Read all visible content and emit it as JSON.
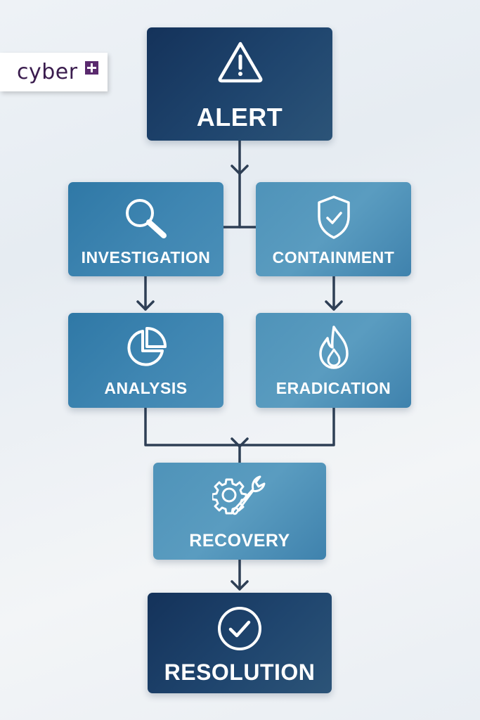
{
  "logo": {
    "text": "cyber"
  },
  "nodes": {
    "alert": {
      "label": "ALERT",
      "icon": "warning-triangle-icon"
    },
    "investigation": {
      "label": "INVESTIGATION",
      "icon": "magnifier-icon"
    },
    "containment": {
      "label": "CONTAINMENT",
      "icon": "shield-check-icon"
    },
    "analysis": {
      "label": "ANALYSIS",
      "icon": "pie-chart-icon"
    },
    "eradication": {
      "label": "ERADICATION",
      "icon": "flame-icon"
    },
    "recovery": {
      "label": "RECOVERY",
      "icon": "gear-wrench-icon"
    },
    "resolution": {
      "label": "RESOLUTION",
      "icon": "check-circle-icon"
    }
  },
  "colors": {
    "dark_node": "#1b3d66",
    "mid_node": "#3a82b0",
    "connector": "#2e3f55"
  }
}
